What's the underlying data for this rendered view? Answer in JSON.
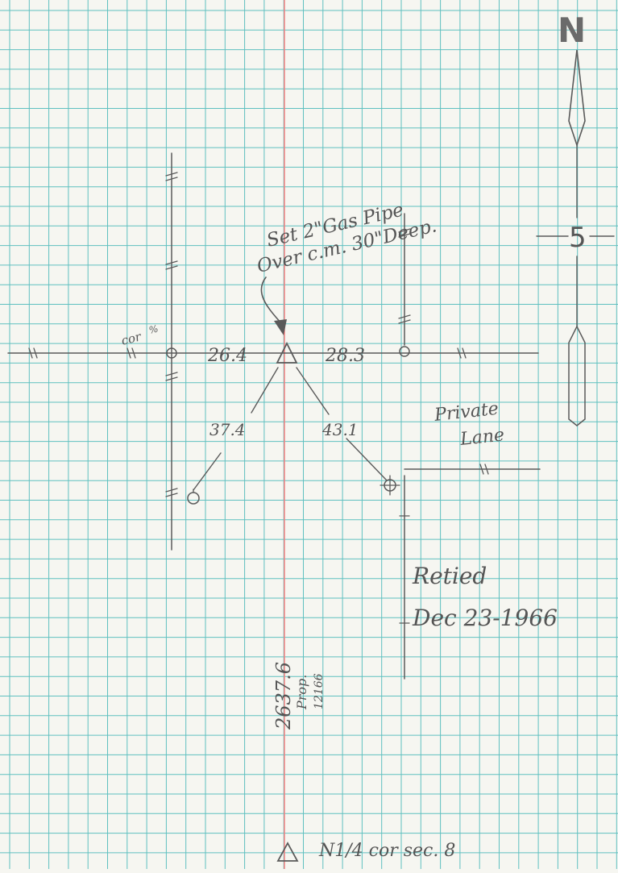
{
  "north_arrow": {
    "letter": "N",
    "section_number": "5"
  },
  "note": {
    "line1": "Set 2\"Gas Pipe",
    "line2": "Over c.m. 30\"Deep."
  },
  "labels": {
    "cor_label": "cor",
    "cor_suffix": "%",
    "dist_west": "26.4",
    "dist_east": "28.3",
    "dist_sw": "37.4",
    "dist_se": "43.1",
    "private_lane_1": "Private",
    "private_lane_2": "Lane",
    "retied": "Retied",
    "date": "Dec 23-1966",
    "distance_vertical": "2637.6",
    "prop_label": "Prop.",
    "prop_code": "12166",
    "bottom_corner": "N1/4 cor sec. 8"
  },
  "colors": {
    "grid": "#5fc0c0",
    "red_line": "#ff7a7a",
    "pencil": "#5a5a5a",
    "paper": "#f6f6f1"
  }
}
